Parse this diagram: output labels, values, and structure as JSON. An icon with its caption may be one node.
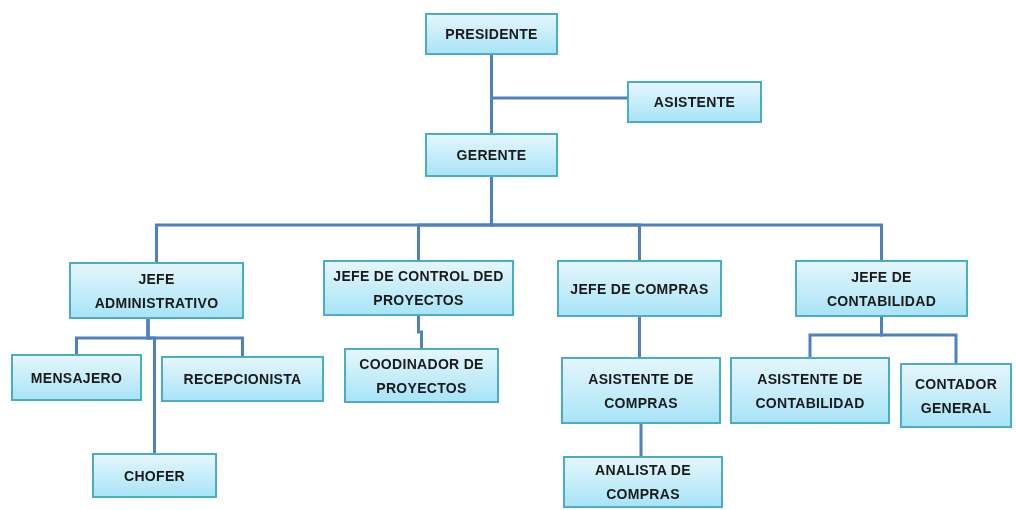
{
  "diagram": {
    "nodes": [
      {
        "text": [
          "PRESIDENTE"
        ]
      },
      {
        "text": [
          "ASISTENTE"
        ]
      },
      {
        "text": [
          "GERENTE"
        ]
      },
      {
        "text": [
          "JEFE ADMINISTRATIVO"
        ]
      },
      {
        "text": [
          "JEFE DE CONTROL DED PROYECTOS"
        ]
      },
      {
        "text": [
          "JEFE DE COMPRAS"
        ]
      },
      {
        "text": [
          "JEFE DE CONTABILIDAD"
        ]
      },
      {
        "text": [
          "MENSAJERO"
        ]
      },
      {
        "text": [
          "RECEPCIONISTA"
        ]
      },
      {
        "text": [
          "CHOFER"
        ]
      },
      {
        "text": [
          "COODINADOR DE PROYECTOS"
        ]
      },
      {
        "text": [
          "ASISTENTE DE COMPRAS"
        ]
      },
      {
        "text": [
          "ANALISTA DE COMPRAS"
        ]
      },
      {
        "text": [
          "ASISTENTE DE CONTABILIDAD"
        ]
      },
      {
        "text": [
          "CONTADOR GENERAL"
        ]
      }
    ],
    "edges": [
      {
        "from": 0,
        "to": 1,
        "arrow": "none"
      },
      {
        "from": 0,
        "to": 2,
        "arrow": "none"
      },
      {
        "from": 2,
        "to": 3,
        "arrow": "none"
      },
      {
        "from": 2,
        "to": 4,
        "arrow": "none"
      },
      {
        "from": 2,
        "to": 5,
        "arrow": "none"
      },
      {
        "from": 2,
        "to": 6,
        "arrow": "none"
      },
      {
        "from": 3,
        "to": 7,
        "arrow": "none"
      },
      {
        "from": 3,
        "to": 8,
        "arrow": "none"
      },
      {
        "from": 3,
        "to": 9,
        "arrow": "none"
      },
      {
        "from": 4,
        "to": 10,
        "arrow": "none"
      },
      {
        "from": 5,
        "to": 11,
        "arrow": "none"
      },
      {
        "from": 11,
        "to": 12,
        "arrow": "none"
      },
      {
        "from": 6,
        "to": 13,
        "arrow": "none"
      },
      {
        "from": 6,
        "to": 14,
        "arrow": "none"
      }
    ]
  }
}
